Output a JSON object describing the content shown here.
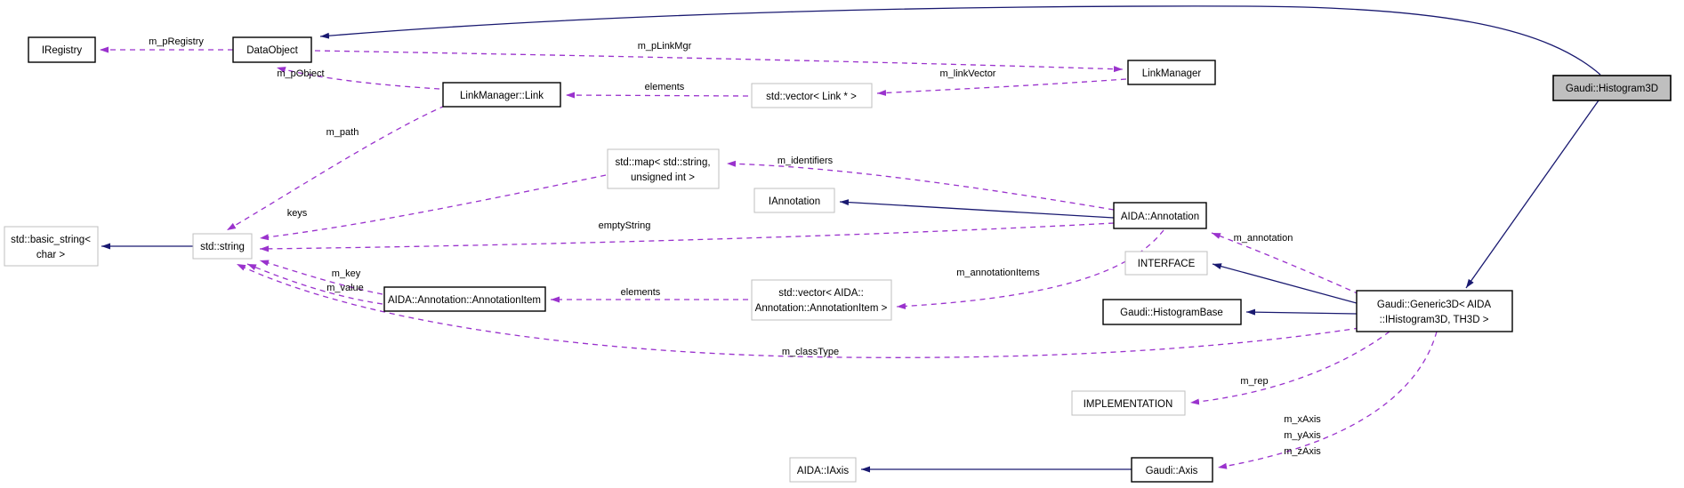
{
  "diagram_type": "collaboration-graph",
  "colors": {
    "inheritance_edge": "#191970",
    "usage_edge": "#9a32cd",
    "node_border": "#000000",
    "external_node_border": "#bfbfbf",
    "focus_node_fill": "#bfbfbf",
    "background": "#ffffff"
  },
  "nodes": {
    "iregistry": {
      "lines": [
        "IRegistry"
      ]
    },
    "dataobject": {
      "lines": [
        "DataObject"
      ]
    },
    "linkmanager_link": {
      "lines": [
        "LinkManager::Link"
      ]
    },
    "vector_link": {
      "lines": [
        "std::vector< Link * >"
      ]
    },
    "linkmanager": {
      "lines": [
        "LinkManager"
      ]
    },
    "std_map": {
      "lines": [
        "std::map< std::string,",
        "unsigned int >"
      ]
    },
    "iannotation": {
      "lines": [
        "IAnnotation"
      ]
    },
    "aida_annotation": {
      "lines": [
        "AIDA::Annotation"
      ]
    },
    "basic_string": {
      "lines": [
        "std::basic_string<",
        "char >"
      ]
    },
    "std_string": {
      "lines": [
        "std::string"
      ]
    },
    "interface": {
      "lines": [
        "INTERFACE"
      ]
    },
    "histogrambase": {
      "lines": [
        "Gaudi::HistogramBase"
      ]
    },
    "generic3d": {
      "lines": [
        "Gaudi::Generic3D< AIDA",
        "::IHistogram3D, TH3D >"
      ]
    },
    "annotationitem": {
      "lines": [
        "AIDA::Annotation::AnnotationItem"
      ]
    },
    "vector_annotationitem": {
      "lines": [
        "std::vector< AIDA::",
        "Annotation::AnnotationItem >"
      ]
    },
    "implementation": {
      "lines": [
        "IMPLEMENTATION"
      ]
    },
    "aida_iaxis": {
      "lines": [
        "AIDA::IAxis"
      ]
    },
    "gaudi_axis": {
      "lines": [
        "Gaudi::Axis"
      ]
    },
    "histogram3d": {
      "lines": [
        "Gaudi::Histogram3D"
      ]
    }
  },
  "edge_labels": {
    "m_pRegistry": "m_pRegistry",
    "m_pLinkMgr": "m_pLinkMgr",
    "m_pObject": "m_pObject",
    "elements_links": "elements",
    "m_linkVector": "m_linkVector",
    "m_identifiers": "m_identifiers",
    "keys": "keys",
    "emptyString": "emptyString",
    "m_annotation": "m_annotation",
    "m_path": "m_path",
    "m_key": "m_key",
    "m_value": "m_value",
    "elements_items": "elements",
    "m_annotationItems": "m_annotationItems",
    "m_classType": "m_classType",
    "m_rep": "m_rep",
    "m_xAxis": "m_xAxis",
    "m_yAxis": "m_yAxis",
    "m_zAxis": "m_zAxis"
  }
}
